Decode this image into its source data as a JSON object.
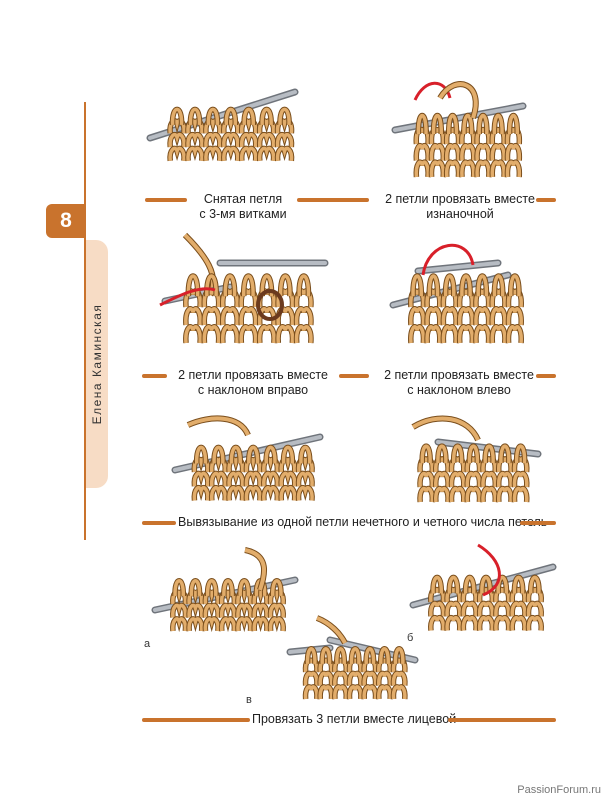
{
  "page": {
    "number": "8",
    "author": "Елена Каминская"
  },
  "captions": {
    "c1": {
      "line1": "Снятая петля",
      "line2": "с 3-мя витками"
    },
    "c2": {
      "line1": "2 петли провязать вместе",
      "line2": "изнаночной"
    },
    "c3": {
      "line1": "2 петли провязать вместе",
      "line2": "с наклоном вправо"
    },
    "c4": {
      "line1": "2 петли провязать вместе",
      "line2": "с наклоном влево"
    },
    "c5": "Вывязывание из одной петли нечетного и четного числа петель",
    "c6": "Провязать 3 петли вместе лицевой"
  },
  "labels": {
    "a": "а",
    "b": "б",
    "v": "в"
  },
  "watermark": "PassionForum.ru",
  "colors": {
    "accent": "#c9732d",
    "yarn": "#e2ad6b",
    "yarn_outline": "#7a4e1c",
    "needle": "#9aa0a8",
    "red_thread": "#d8202a",
    "brown_thread": "#6b3a1e",
    "tab": "#f7dcc5"
  }
}
